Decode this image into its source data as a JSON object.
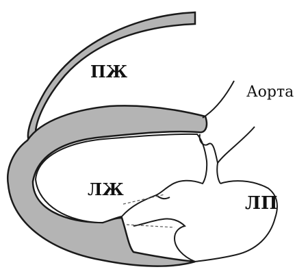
{
  "labels": {
    "right_ventricle": "ПЖ",
    "left_ventricle": "ЛЖ",
    "left_atrium": "ЛП",
    "aorta": "Аорта"
  },
  "colors": {
    "myocardium_fill": "#b4b4b4",
    "outline": "#1a1a1a",
    "background": "#ffffff"
  }
}
